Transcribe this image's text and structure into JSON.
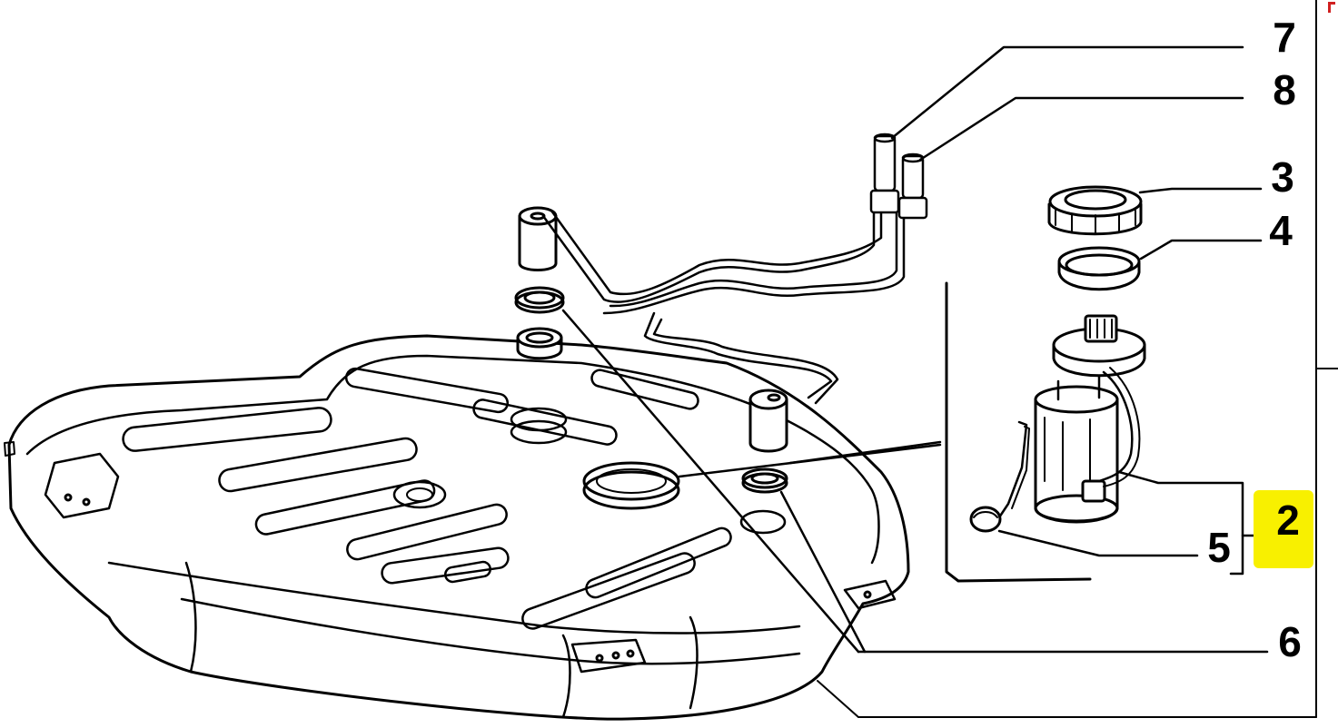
{
  "diagram": {
    "colors": {
      "line": "#000000",
      "fill": "#ffffff",
      "highlight": "#f8f000",
      "edge_mark": "#d02020"
    },
    "callouts": [
      {
        "id": "part-7",
        "label": "7"
      },
      {
        "id": "part-8",
        "label": "8"
      },
      {
        "id": "part-3",
        "label": "3"
      },
      {
        "id": "part-4",
        "label": "4"
      },
      {
        "id": "part-2",
        "label": "2",
        "highlighted": true
      },
      {
        "id": "part-5",
        "label": "5"
      },
      {
        "id": "part-6",
        "label": "6"
      }
    ]
  }
}
